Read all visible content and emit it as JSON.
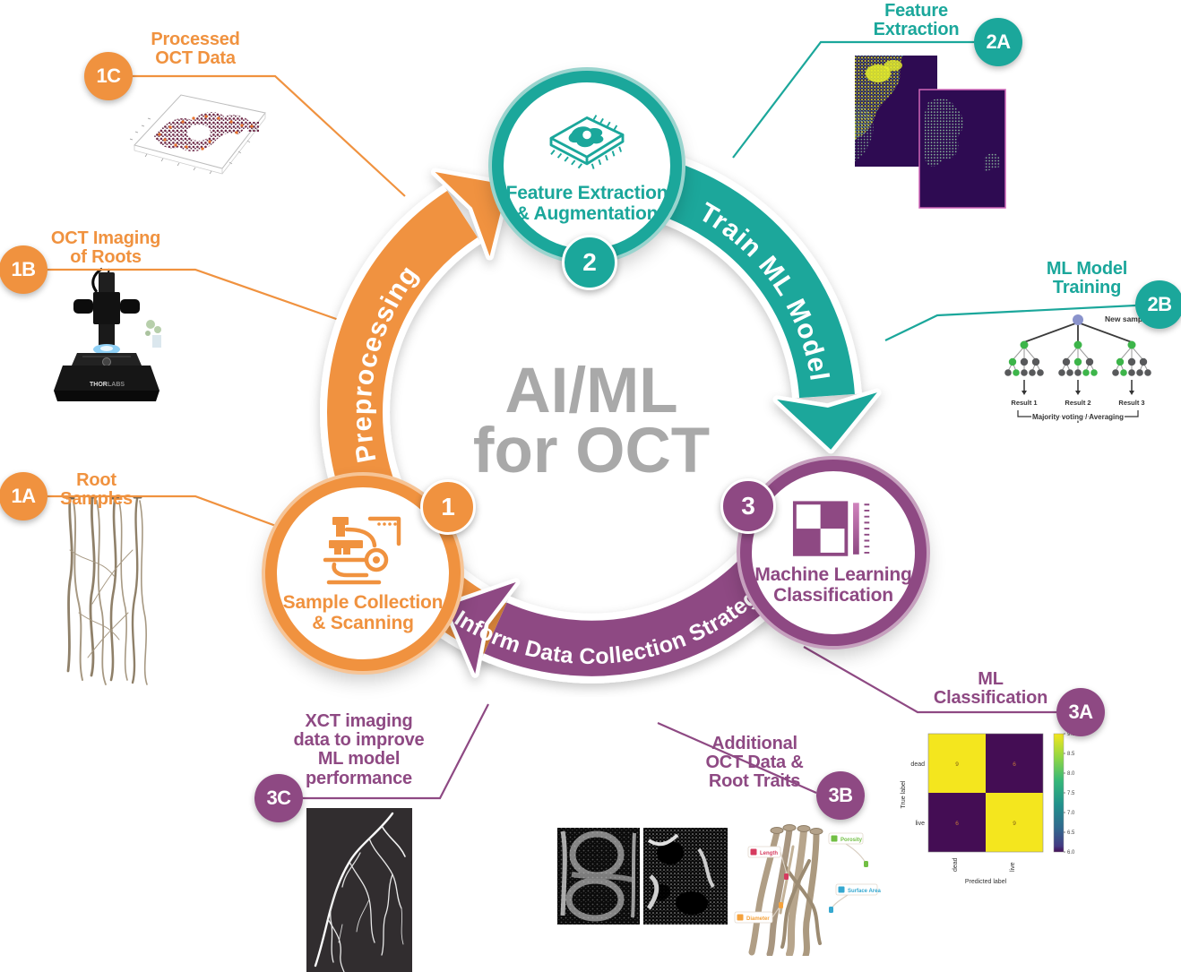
{
  "title": {
    "line1": "AI/ML",
    "line2": "for OCT"
  },
  "colors": {
    "orange": "#F0923F",
    "teal": "#1BA79B",
    "purple": "#8E4983",
    "title_gray": "#A9A9A9"
  },
  "cycle": {
    "steps": [
      {
        "number": "1",
        "line1": "Sample Collection",
        "line2": "& Scanning"
      },
      {
        "number": "2",
        "line1": "Feature Extraction",
        "line2": "& Augmentation"
      },
      {
        "number": "3",
        "line1": "Machine Learning",
        "line2": "Classification"
      }
    ],
    "arrows": [
      {
        "label": "Preprocessing"
      },
      {
        "label": "Train ML Model"
      },
      {
        "label": "Inform Data Collection Strategies"
      }
    ]
  },
  "callouts": [
    {
      "id": "1A",
      "lines": [
        "Root Samples"
      ]
    },
    {
      "id": "1B",
      "lines": [
        "OCT Imaging",
        "of Roots"
      ]
    },
    {
      "id": "1C",
      "lines": [
        "Processed",
        "OCT Data"
      ]
    },
    {
      "id": "2A",
      "lines": [
        "Feature",
        "Extraction"
      ]
    },
    {
      "id": "2B",
      "lines": [
        "ML Model",
        "Training"
      ]
    },
    {
      "id": "3A",
      "lines": [
        "ML",
        "Classification"
      ]
    },
    {
      "id": "3B",
      "lines": [
        "Additional",
        "OCT Data &",
        "Root Traits"
      ]
    },
    {
      "id": "3C",
      "lines": [
        "XCT imaging",
        "data to improve",
        "ML model",
        "performance"
      ]
    }
  ],
  "figures": {
    "oct_scanner": {
      "brand_part1": "THOR",
      "brand_part2": "LABS"
    },
    "random_forest": {
      "new_sample": "New sample",
      "results": [
        "Result 1",
        "Result 2",
        "Result 3"
      ],
      "voting": "Majority voting / Averaging"
    },
    "confusion_matrix": {
      "type": "heatmap",
      "row_labels": [
        "dead",
        "live"
      ],
      "col_labels": [
        "dead",
        "live"
      ],
      "values": [
        [
          "9",
          "6"
        ],
        [
          "6",
          "9"
        ]
      ],
      "ylabel": "True label",
      "xlabel": "Predicted label",
      "colorbar_ticks": [
        "9.0",
        "8.5",
        "8.0",
        "7.5",
        "7.0",
        "6.5",
        "6.0"
      ]
    },
    "root_traits": {
      "items": [
        {
          "label": "Length",
          "color": "#D63B5F"
        },
        {
          "label": "Porosity",
          "color": "#72BF44"
        },
        {
          "label": "Surface Area",
          "color": "#35A8D0"
        },
        {
          "label": "Diameter",
          "color": "#F5A23C"
        }
      ]
    }
  }
}
